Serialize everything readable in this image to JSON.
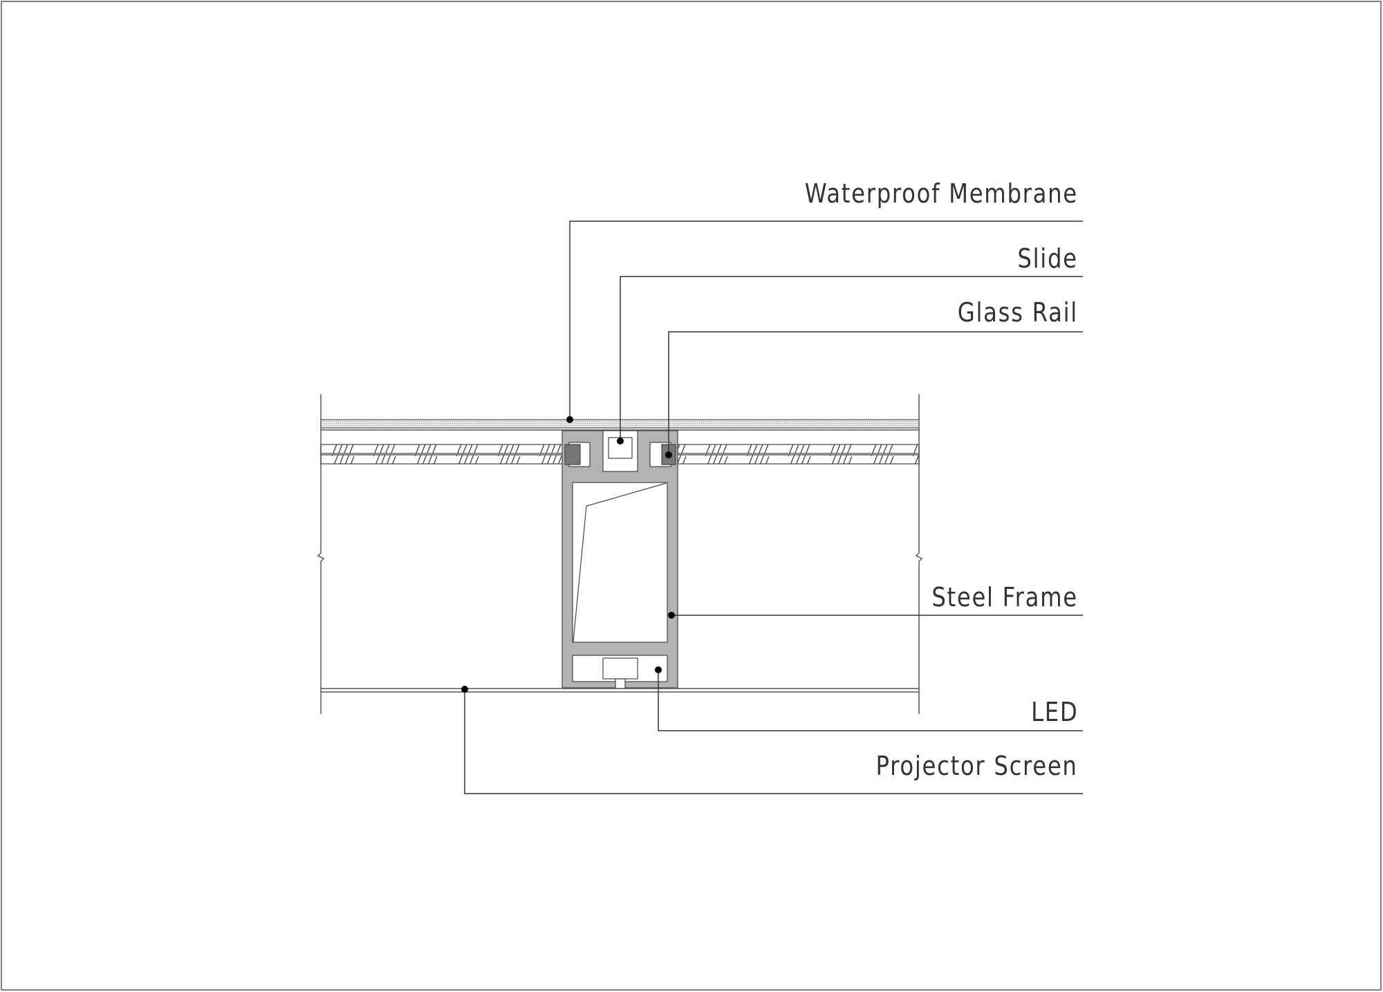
{
  "labels": {
    "waterproof_membrane": "Waterproof Membrane",
    "slide": "Slide",
    "glass_rail": "Glass Rail",
    "steel_frame": "Steel Frame",
    "led": "LED",
    "projector_screen": "Projector Screen"
  },
  "colors": {
    "frame": "#b3b3b3",
    "line": "#333333",
    "membrane": "#d9d9d9"
  }
}
